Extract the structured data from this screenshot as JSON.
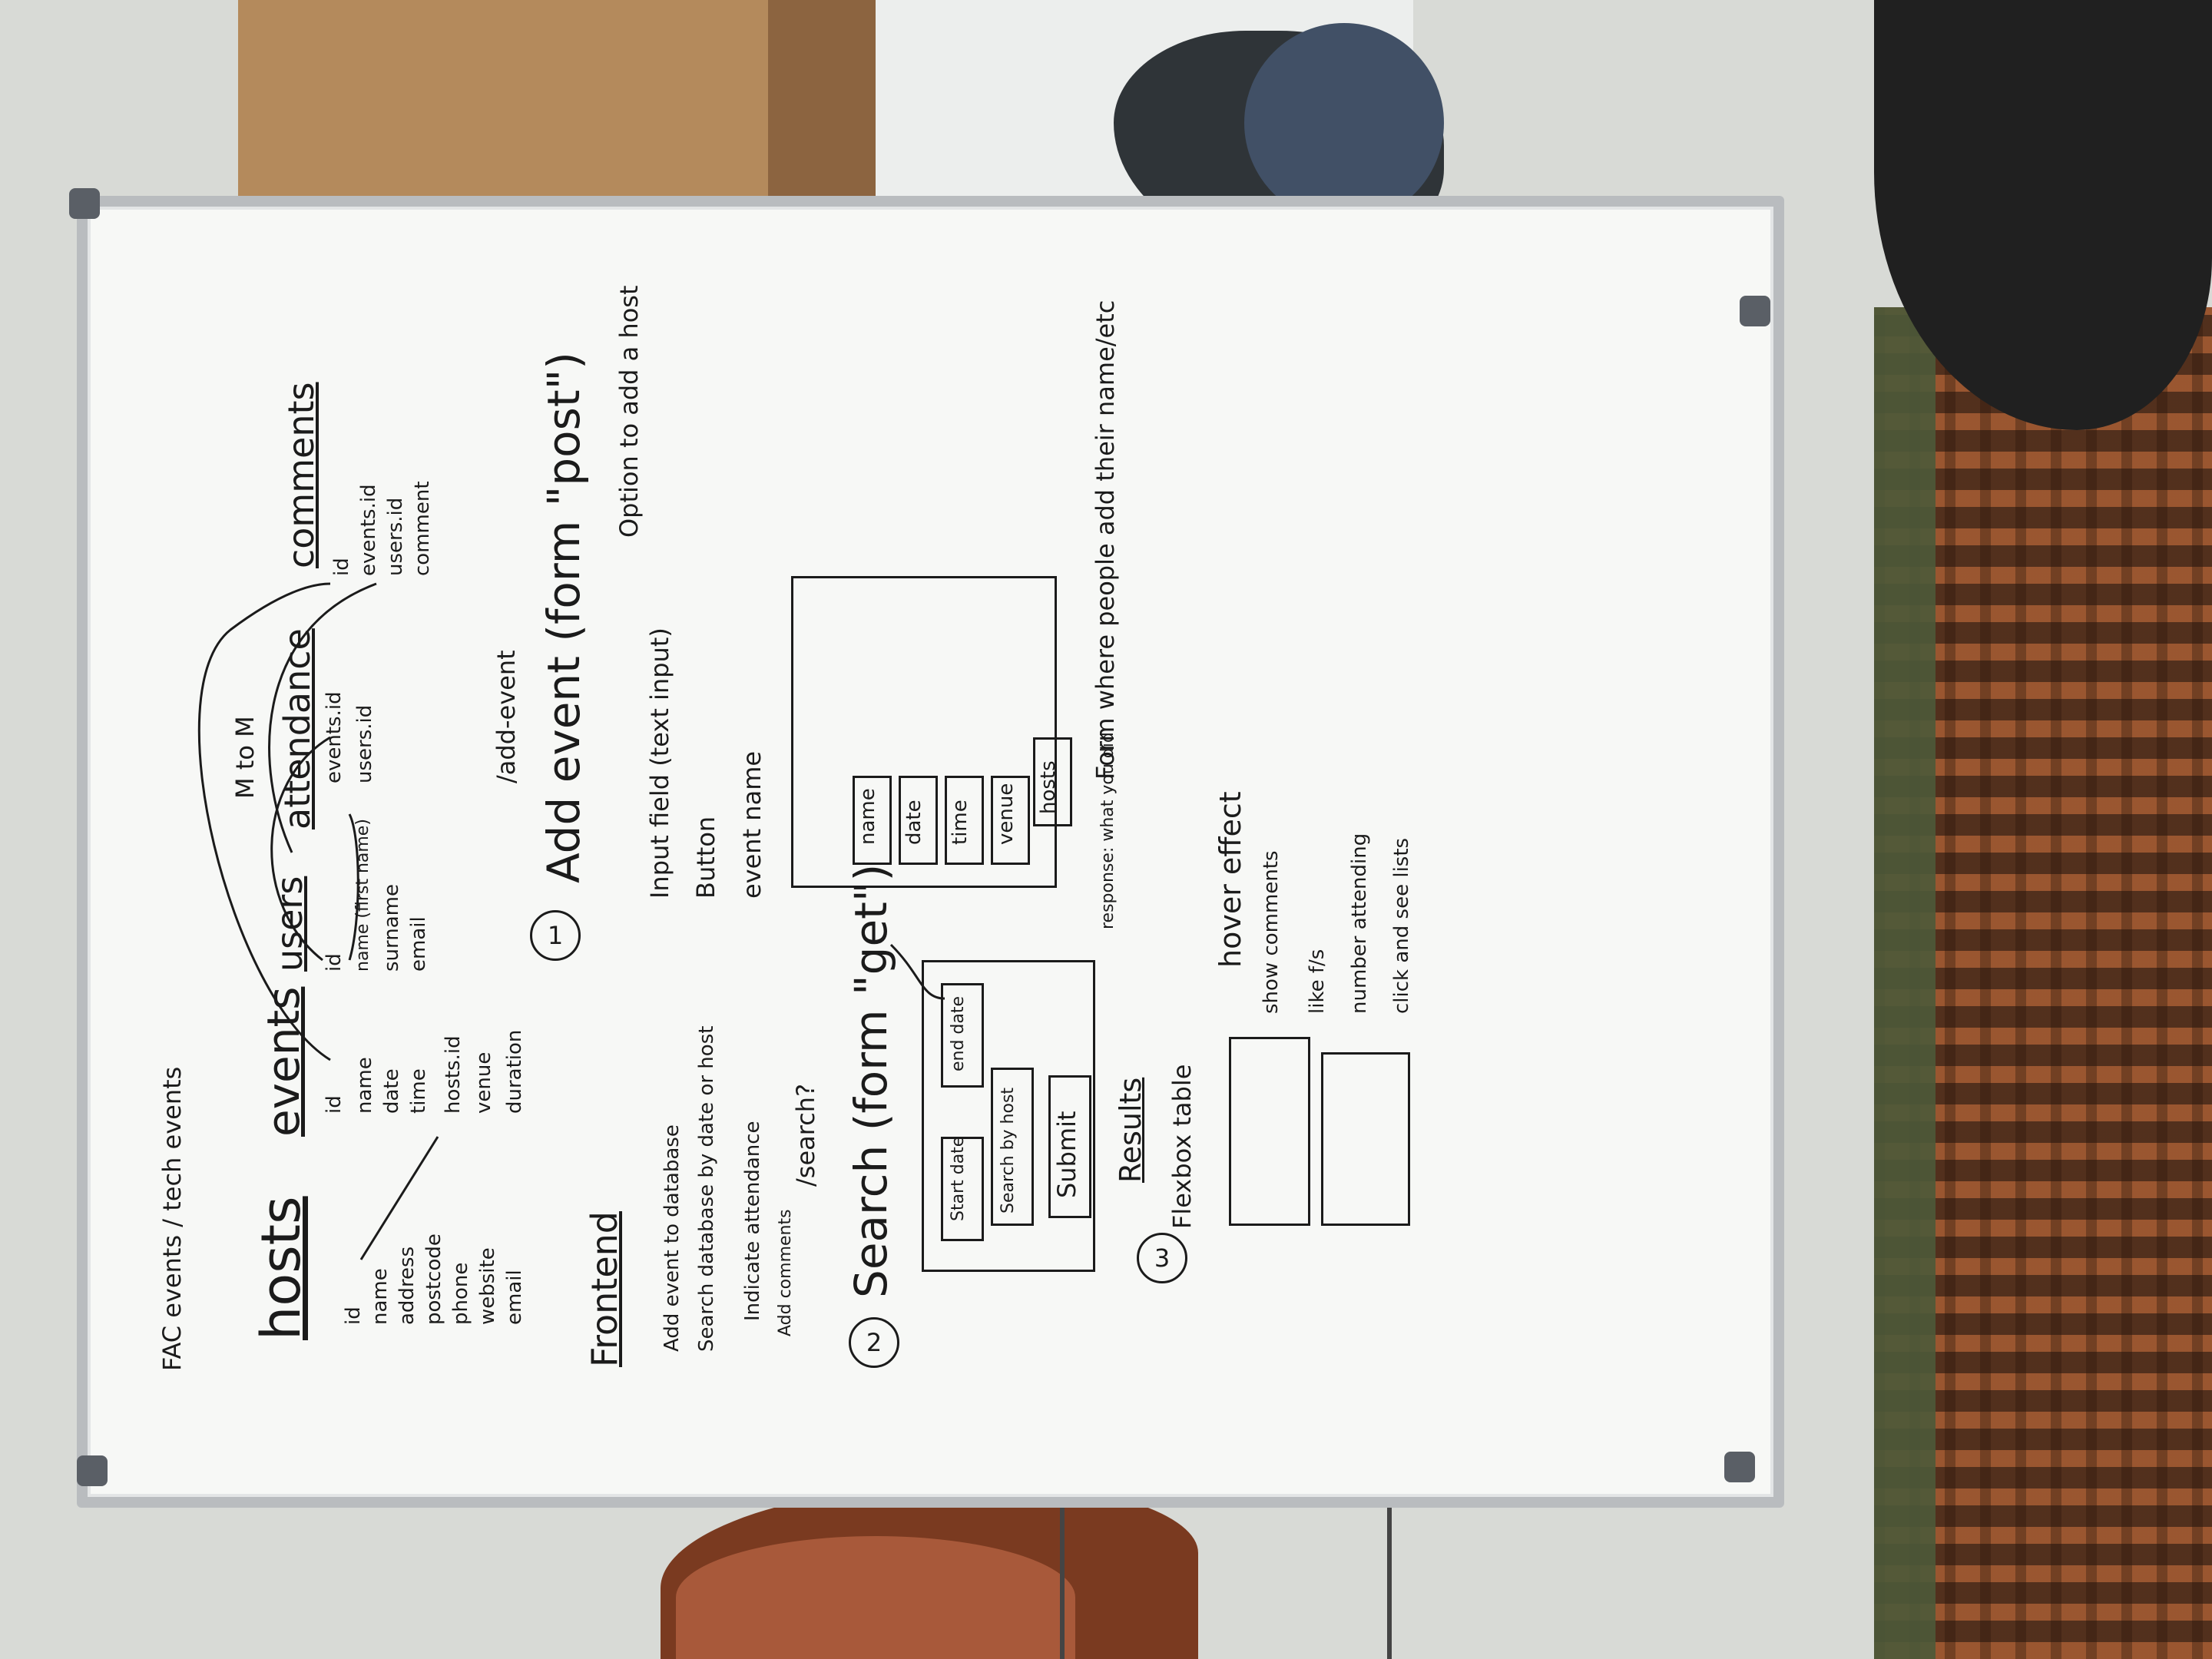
{
  "title": "FAC events / tech events",
  "tables": {
    "hosts": {
      "name": "hosts",
      "fields": [
        "id",
        "name",
        "address",
        "postcode",
        "phone",
        "website",
        "email"
      ]
    },
    "events": {
      "name": "events",
      "fields": [
        "id",
        "name",
        "date",
        "time",
        "hosts.id",
        "venue",
        "duration"
      ]
    },
    "users": {
      "name": "users",
      "fields": [
        "id",
        "name (first name)",
        "surname",
        "email"
      ]
    },
    "attendance": {
      "name": "attendance",
      "note": "M to M",
      "fields": [
        "events.id",
        "users.id"
      ]
    },
    "comments": {
      "name": "comments",
      "fields": [
        "id",
        "events.id",
        "users.id",
        "comment"
      ]
    }
  },
  "frontend": {
    "heading": "Frontend",
    "items": [
      "Add event to database",
      "Search database by date or host",
      "Indicate attendance",
      "Add comments"
    ]
  },
  "section1": {
    "number": "1",
    "route": "/add-event",
    "heading": "Add event (form \"post\")",
    "notes": [
      "Input field (text input)",
      "Button",
      "event name"
    ],
    "option": "Option to add a host",
    "form_fields": [
      "name",
      "date",
      "time",
      "venue",
      "hosts"
    ],
    "response": "response: what you did",
    "form_note": "Form where people add their name/etc"
  },
  "section2": {
    "number": "2",
    "route": "/search?",
    "heading": "Search (form \"get\")",
    "form_fields": [
      "Start date",
      "end date",
      "Search by host",
      "Submit"
    ]
  },
  "section3": {
    "number": "3",
    "heading": "Results",
    "sub": "Flexbox table",
    "notes": [
      "hover effect",
      "show comments",
      "like f/s",
      "number attending",
      "click and see lists"
    ]
  }
}
